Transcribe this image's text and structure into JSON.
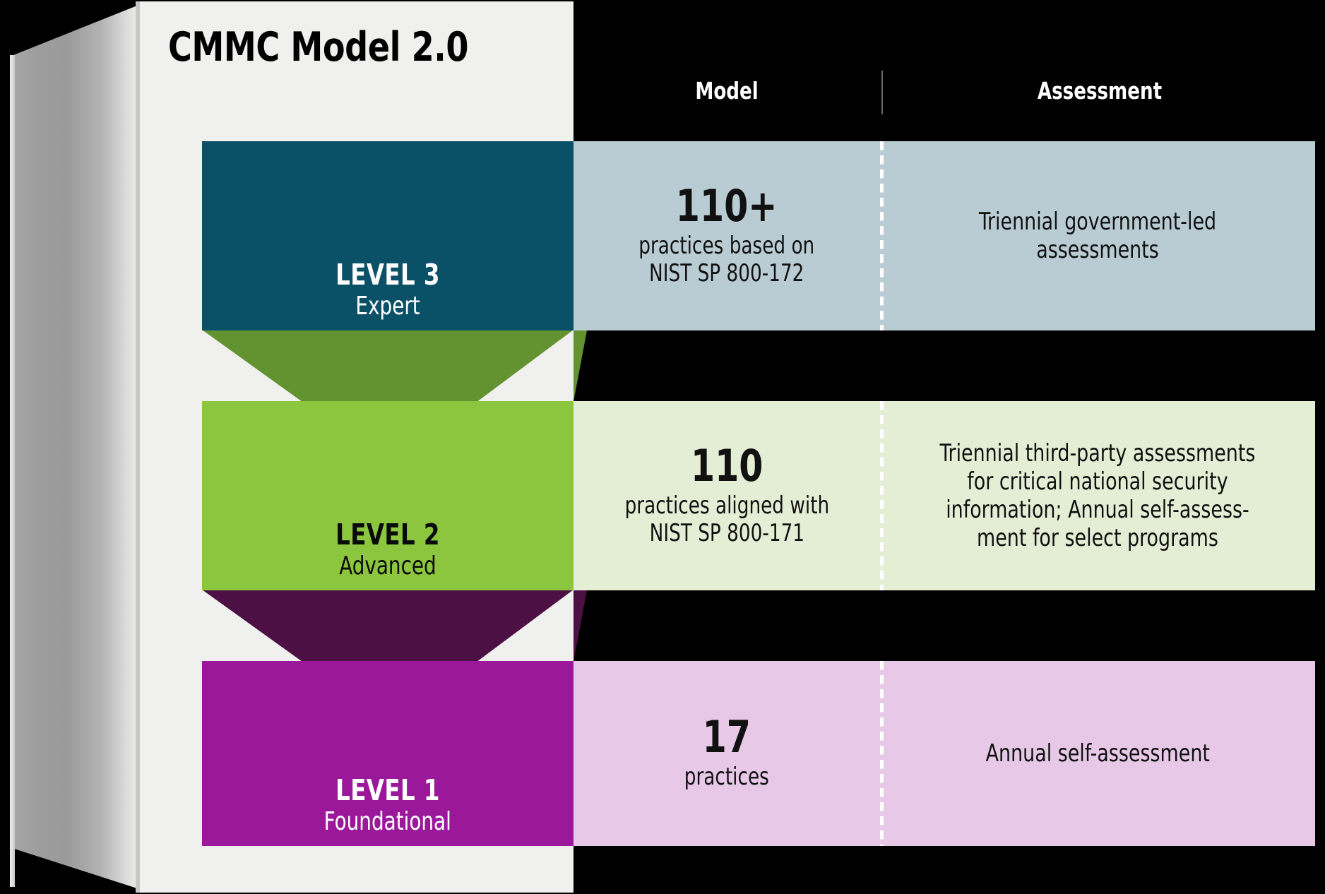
{
  "title": "CMMC Model 2.0",
  "headers": {
    "model": "Model",
    "assessment": "Assessment"
  },
  "levels": [
    {
      "name": "LEVEL 3",
      "descriptor": "Expert",
      "model_count": "110+",
      "model_detail": "practices based on\nNIST SP 800-172",
      "assessment": "Triennial government-led\nassessments",
      "bar_color": "#0a5066",
      "panel_color": "#b9ccd4",
      "text_color": "#ffffff"
    },
    {
      "name": "LEVEL 2",
      "descriptor": "Advanced",
      "model_count": "110",
      "model_detail": "practices aligned with\nNIST SP 800-171",
      "assessment": "Triennial third-party assessments\nfor critical national security\ninformation; Annual self-assess-\nment for select programs",
      "bar_color": "#8cc63e",
      "panel_color": "#e4eed5",
      "text_color": "#0a0a0a"
    },
    {
      "name": "LEVEL 1",
      "descriptor": "Foundational",
      "model_count": "17",
      "model_detail": "practices",
      "assessment": "Annual self-assessment",
      "bar_color": "#9c189b",
      "panel_color": "#e7c9e7",
      "text_color": "#ffffff"
    }
  ],
  "connectors": [
    {
      "name": "level3-to-level2-connector",
      "color": "#639331"
    },
    {
      "name": "level2-to-level1-connector",
      "color": "#4d1044"
    }
  ],
  "strips": [
    {
      "name": "level2-strip",
      "color": "#d5e3bd"
    },
    {
      "name": "level1-strip",
      "color": "#dcc0dc"
    }
  ],
  "colors": {
    "background": "#000000",
    "card": "#f0f0ee",
    "header_text": "#ffffff",
    "divider": "#ffffff"
  }
}
